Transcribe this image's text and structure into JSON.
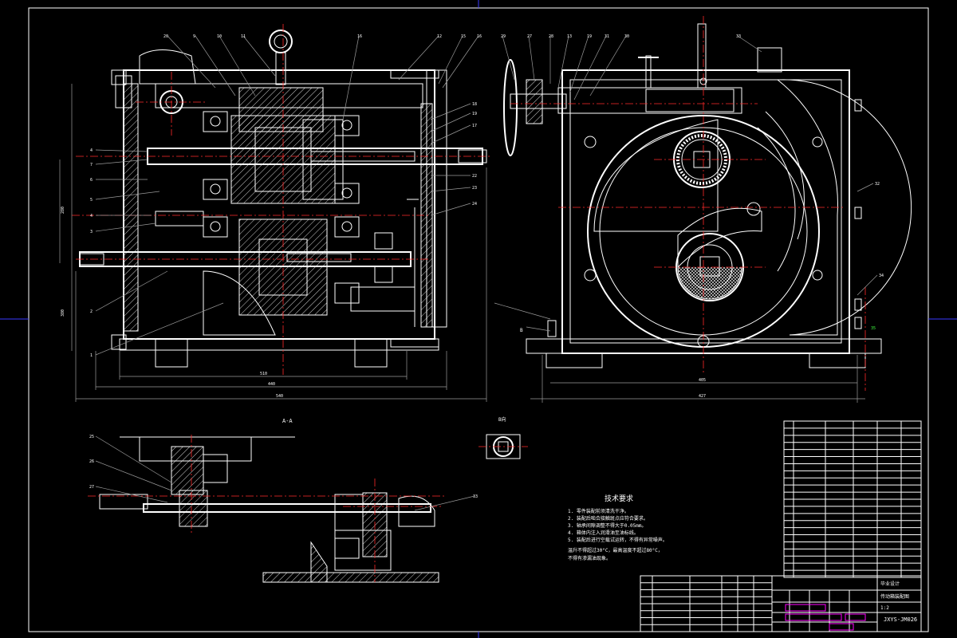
{
  "drawing": {
    "technical_requirements": {
      "title": "技术要求",
      "items": [
        "1. 零件装配前须清洗干净。",
        "2. 装配后啮合接触斑点应符合要求。",
        "3. 轴承间隙调整不得大于0.05mm。",
        "4. 箱体内注入润滑油至油标线。",
        "5. 装配后进行空载试运转，不得有异常噪声。",
        "  温升不得超过30°C，最高温度不超过80°C，",
        "  不得有渗漏油现象。"
      ]
    },
    "section_labels": {
      "section_a": "A-A",
      "detail_b": "B向",
      "arrow_b": "B"
    },
    "dimensions": {
      "front_width_inner": "510",
      "front_width_mid": "440",
      "front_width_outer": "540",
      "side_width_inner": "405",
      "side_width_outer": "427",
      "height_left": "380",
      "height_mid": "280"
    },
    "balloons_front_top": [
      "20",
      "9",
      "10",
      "11",
      "16",
      "12",
      "15",
      "16"
    ],
    "balloons_side_top": [
      "29",
      "27",
      "28",
      "13",
      "19",
      "31",
      "30",
      "33"
    ],
    "balloons_left": [
      "4",
      "7",
      "6",
      "5",
      "4",
      "3",
      "2",
      "1"
    ],
    "balloons_right": [
      "18",
      "19",
      "17",
      "22",
      "23",
      "24"
    ],
    "balloons_detail": [
      "25",
      "26",
      "27",
      "33"
    ],
    "side_callouts": [
      "32",
      "34",
      "35"
    ],
    "title_block": {
      "drawing_number": "JXYS-JM026",
      "school": "毕业设计",
      "name": "传动箱装配图",
      "scale": "1:2"
    },
    "parts_list_count": 22,
    "bottom_parts_count": 8
  }
}
